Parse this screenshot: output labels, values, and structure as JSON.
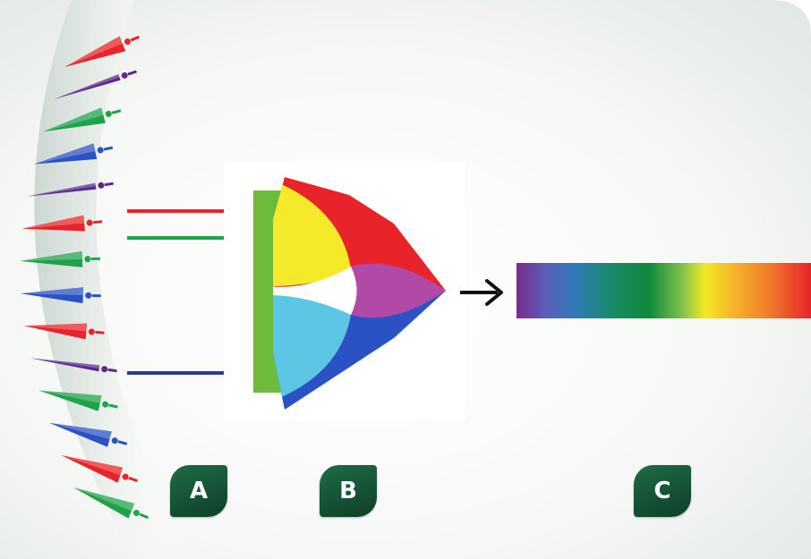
{
  "labels": {
    "a": "A",
    "b": "B",
    "c": "C"
  },
  "colors": {
    "red": "#e8242a",
    "green": "#1fa24a",
    "blue": "#2a52c4",
    "violet": "#5b2a8c",
    "yellow": "#f4ea2a",
    "cyan": "#5cc6e4",
    "magenta": "#b04aa6",
    "badge": "#145a38",
    "spectrum": [
      "#7a2a8c",
      "#5b5fb8",
      "#2f7bb8",
      "#1b8a6a",
      "#0f8a3c",
      "#7cc04a",
      "#f2ea22",
      "#f6b42a",
      "#f07a2a",
      "#e8242a"
    ]
  },
  "icons": [
    "cone-antenna-icon",
    "arrow-icon"
  ]
}
